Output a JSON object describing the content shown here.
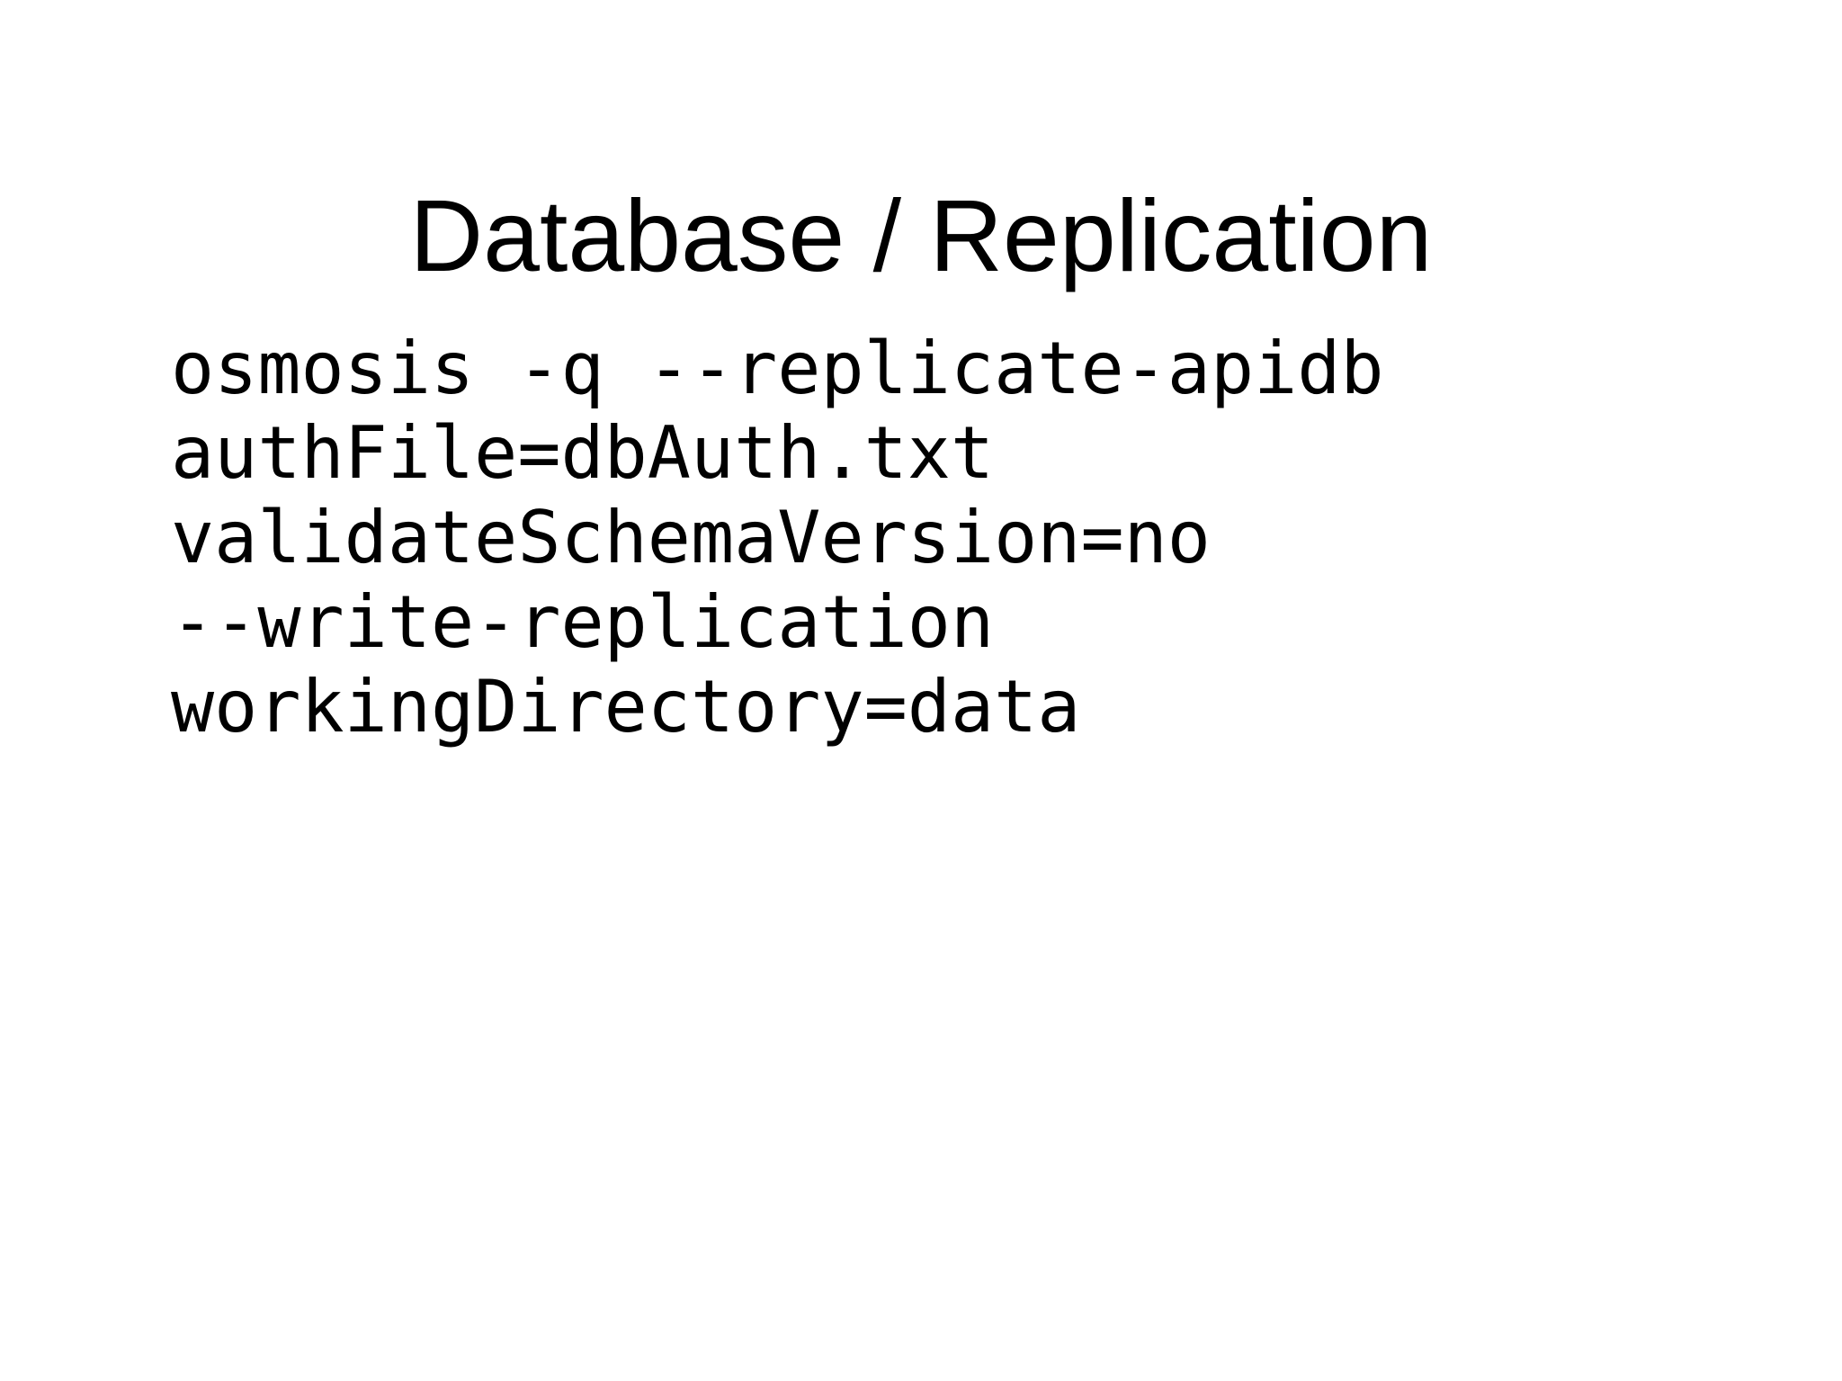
{
  "slide": {
    "title": "Database / Replication",
    "code_lines": [
      "osmosis -q --replicate-apidb",
      "authFile=dbAuth.txt",
      "validateSchemaVersion=no",
      "--write-replication",
      "workingDirectory=data"
    ],
    "colors": {
      "background": "#ffffff",
      "text": "#000000"
    }
  }
}
